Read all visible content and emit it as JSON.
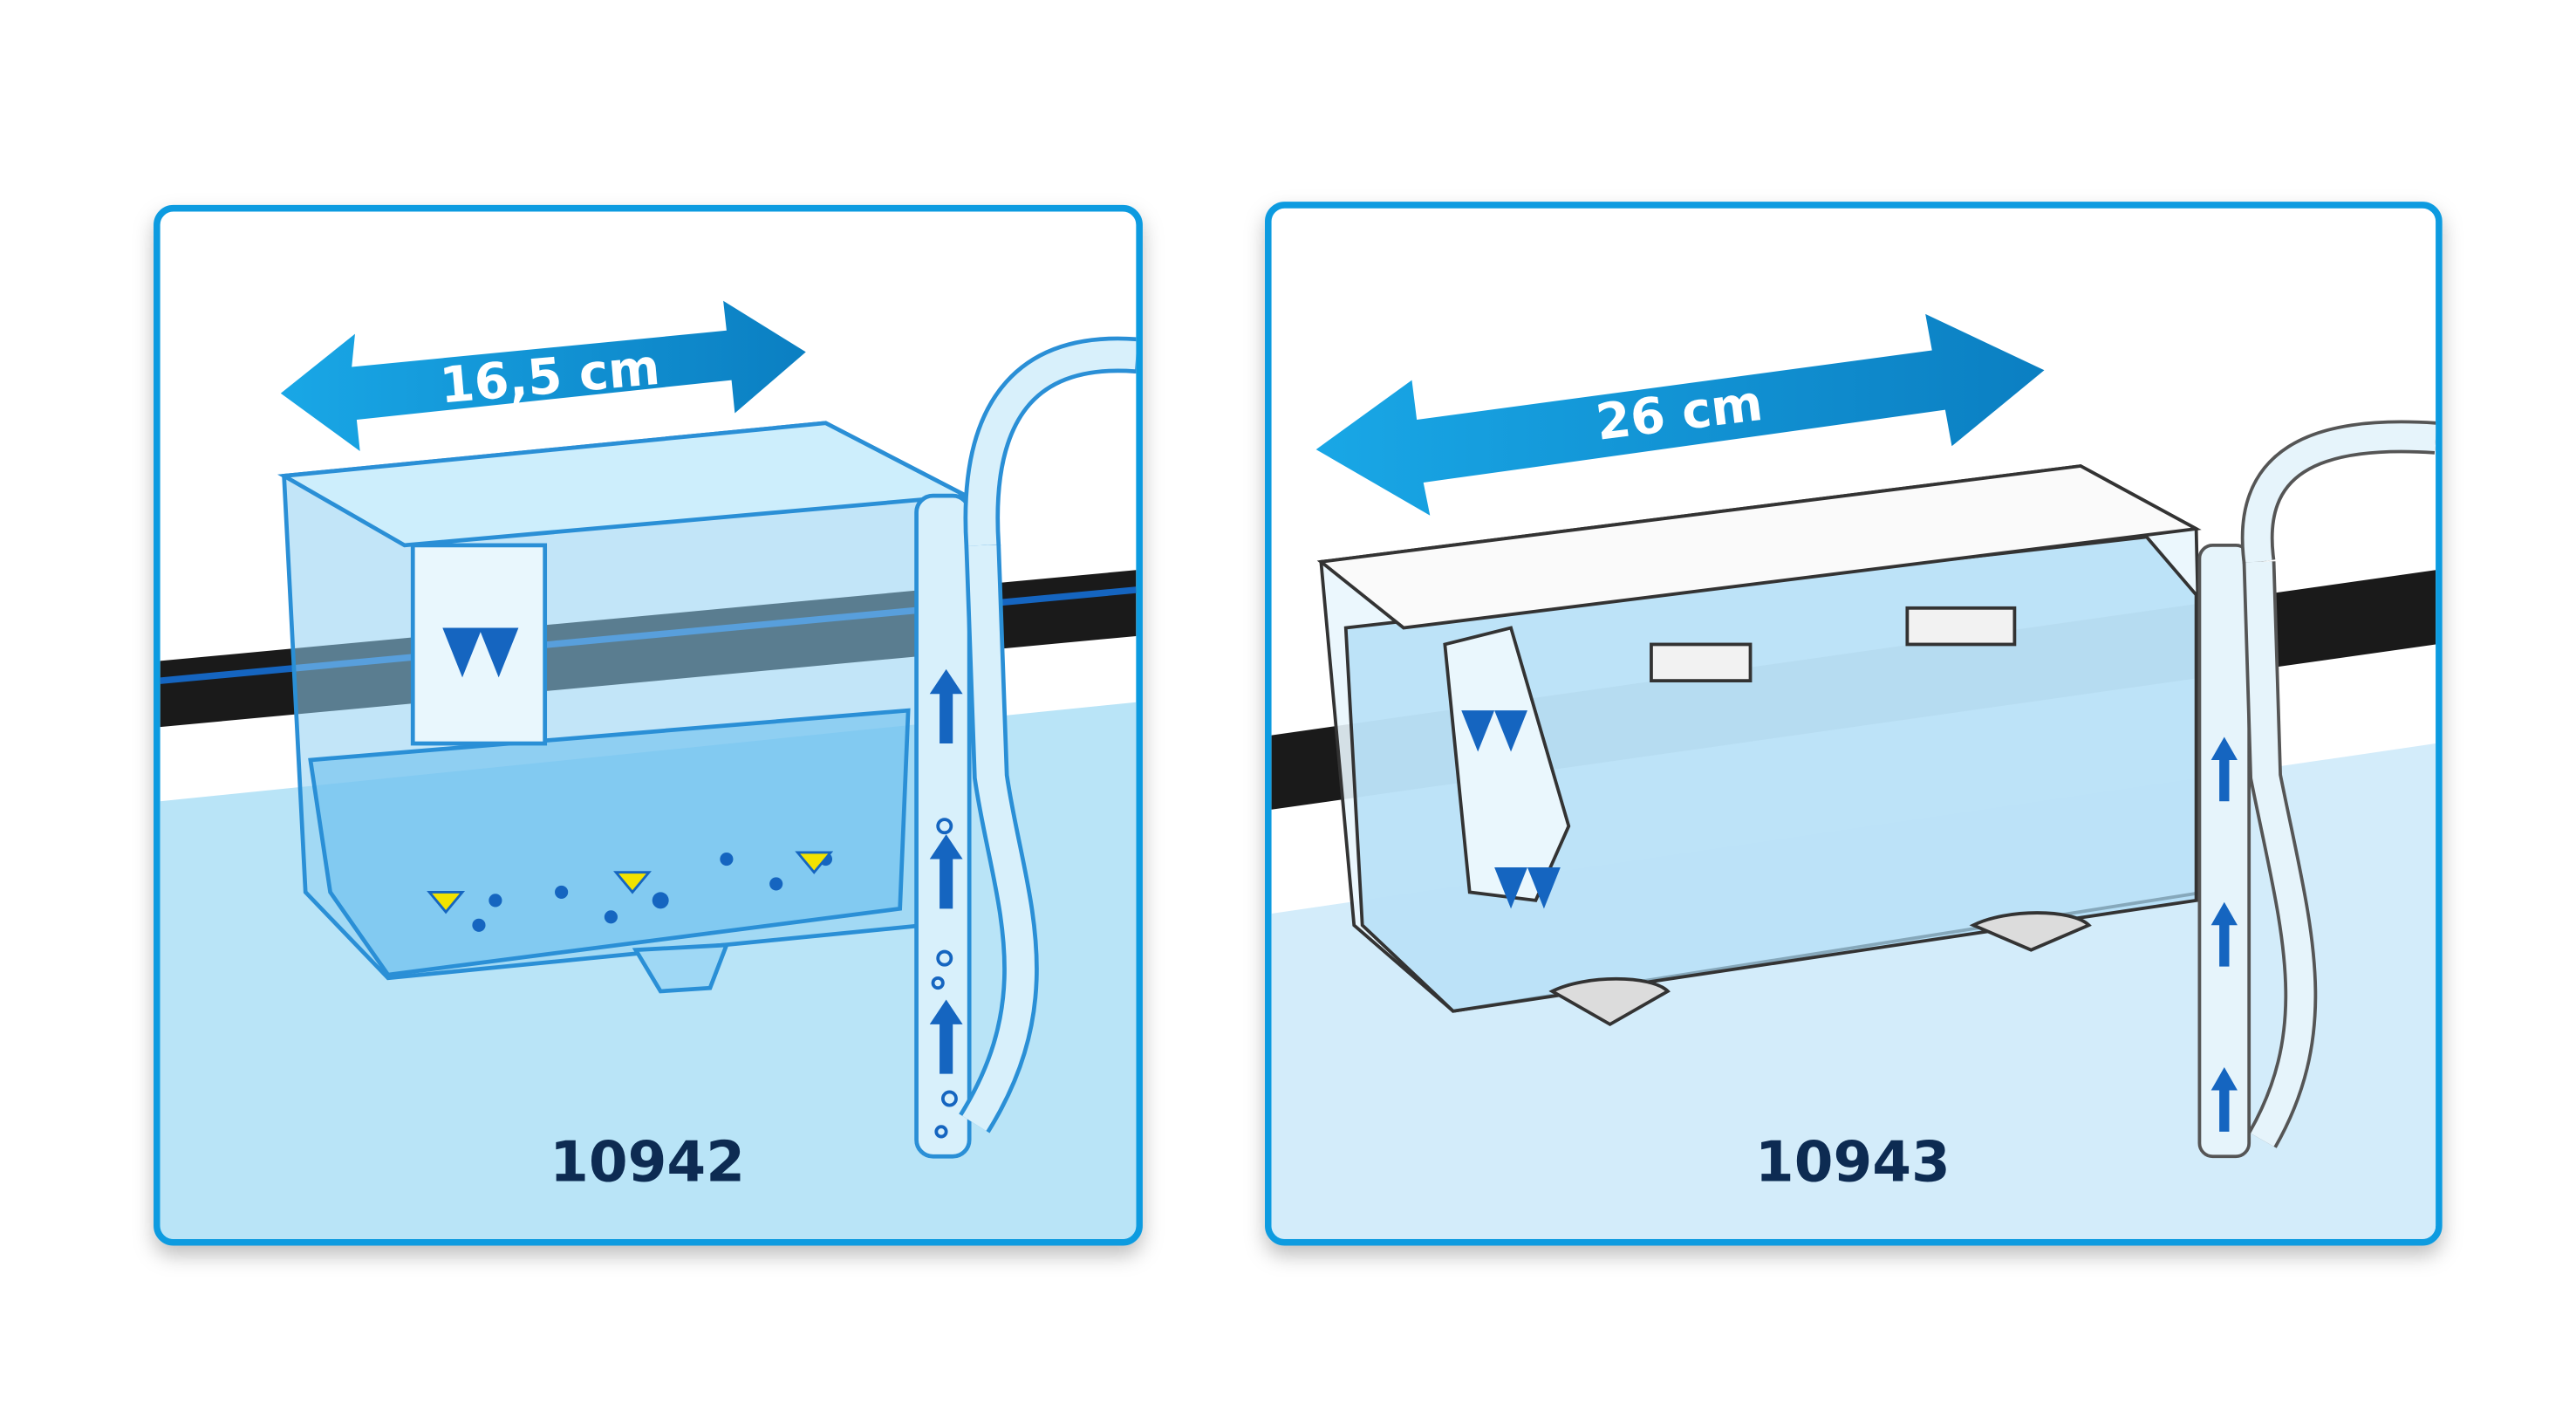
{
  "panels": [
    {
      "width_label": "16,5 cm",
      "model_number": "10942"
    },
    {
      "width_label": "26 cm",
      "model_number": "10943"
    }
  ],
  "colors": {
    "frame": "#0a9be0",
    "water_left": "#b9e4f7",
    "water_right": "#d3ecfa",
    "arrow": "#0a9be0",
    "flow_arrow": "#1565c0",
    "label": "#0d2b52",
    "rail": "#1a1a1a"
  }
}
